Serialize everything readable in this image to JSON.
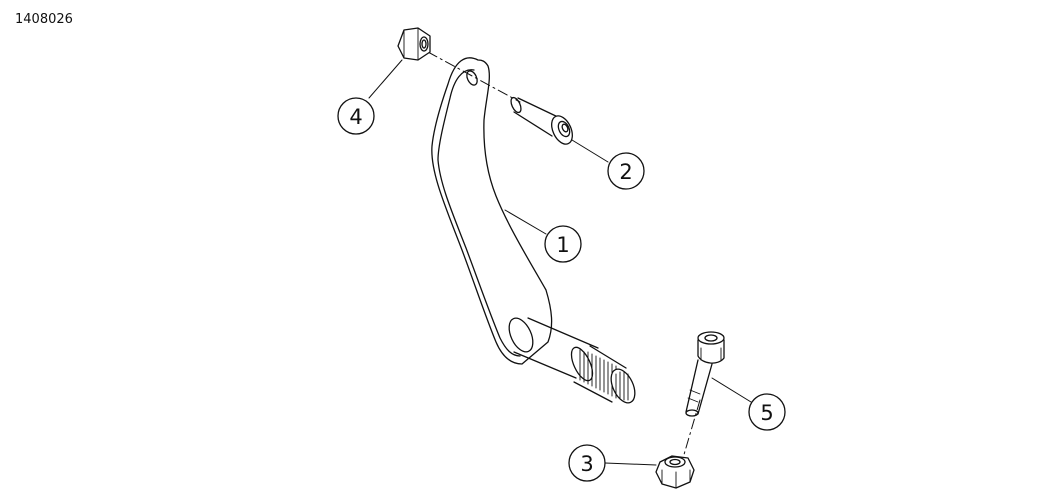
{
  "diagram": {
    "reference_id": "1408026",
    "callouts": [
      {
        "id": "callout-1",
        "label": "1"
      },
      {
        "id": "callout-2",
        "label": "2"
      },
      {
        "id": "callout-3",
        "label": "3"
      },
      {
        "id": "callout-4",
        "label": "4"
      },
      {
        "id": "callout-5",
        "label": "5"
      }
    ],
    "colors": {
      "line": "#111111",
      "background": "#ffffff",
      "shade": "#d9d9d9"
    }
  }
}
